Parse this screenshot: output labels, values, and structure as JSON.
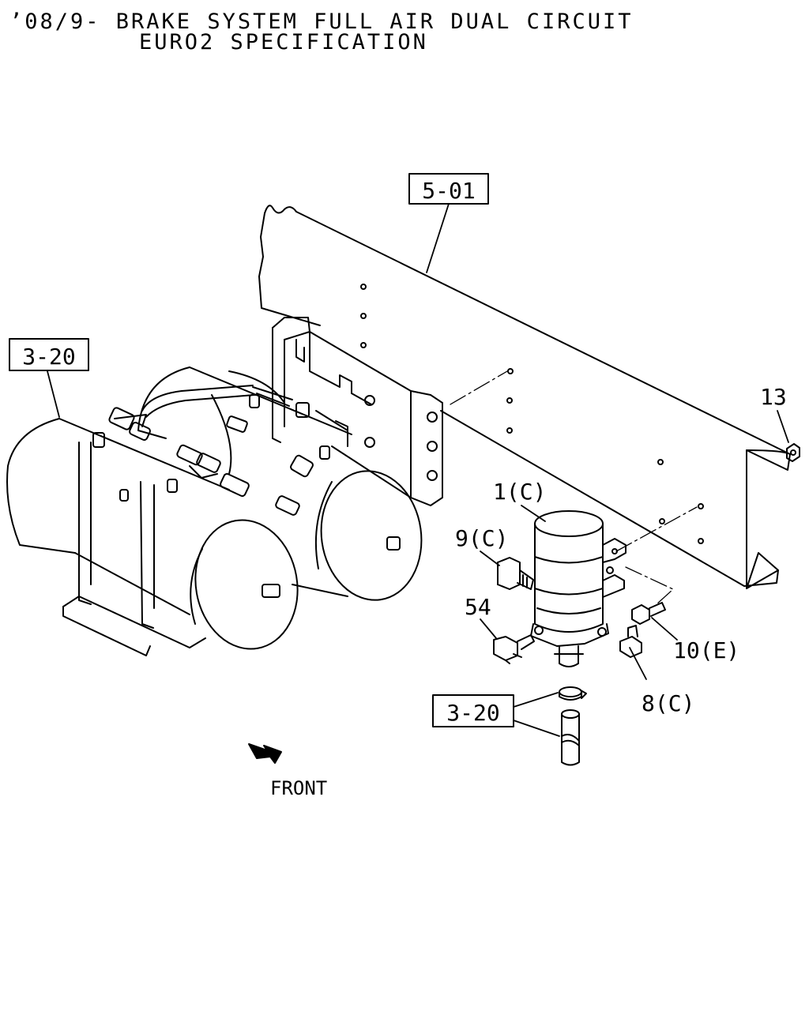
{
  "title": {
    "line1": "’08/9- BRAKE SYSTEM FULL AIR DUAL CIRCUIT",
    "line2": "EURO2 SPECIFICATION"
  },
  "callouts": {
    "frame_ref": "5-01",
    "tank_ref": "3-20",
    "hose_ref": "3-20",
    "nut": "13",
    "dryer": "1(C)",
    "fitting_9": "9(C)",
    "fitting_54": "54",
    "bolt": "10(E)",
    "fitting_8": "8(C)"
  },
  "direction": {
    "label": "FRONT"
  }
}
